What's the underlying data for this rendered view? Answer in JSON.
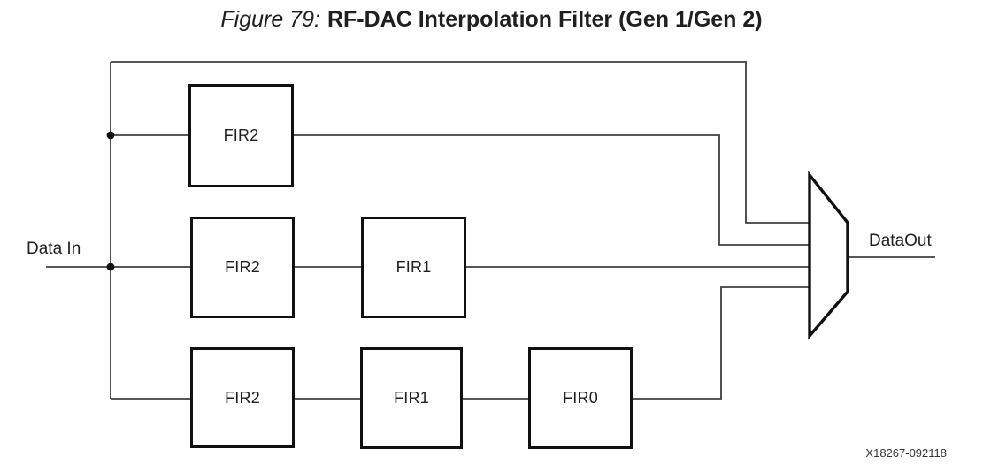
{
  "figure": {
    "label": "Figure 79:",
    "title": "RF-DAC Interpolation Filter (Gen 1/Gen 2)",
    "watermark": "X18267-092118"
  },
  "diagram": {
    "input_label": "Data In",
    "output_label": "DataOut",
    "blocks": [
      {
        "id": "fir2-top",
        "label": "FIR2",
        "row": "top"
      },
      {
        "id": "fir2-mid",
        "label": "FIR2",
        "row": "middle"
      },
      {
        "id": "fir1-mid",
        "label": "FIR1",
        "row": "middle"
      },
      {
        "id": "fir2-bot",
        "label": "FIR2",
        "row": "bottom"
      },
      {
        "id": "fir1-bot",
        "label": "FIR1",
        "row": "bottom"
      },
      {
        "id": "fir0-bot",
        "label": "FIR0",
        "row": "bottom"
      }
    ],
    "mux": {
      "name": "output-multiplexer",
      "inputs": 4,
      "outputs": 1
    },
    "branches": [
      [
        "Data In",
        "MUX"
      ],
      [
        "Data In",
        "FIR2",
        "MUX"
      ],
      [
        "Data In",
        "FIR2",
        "FIR1",
        "MUX"
      ],
      [
        "Data In",
        "FIR2",
        "FIR1",
        "FIR0",
        "MUX"
      ]
    ],
    "colors": {
      "wire": "#3f3f3f",
      "outline": "#101010",
      "text": "#1f1f1f",
      "background": "#ffffff"
    }
  }
}
